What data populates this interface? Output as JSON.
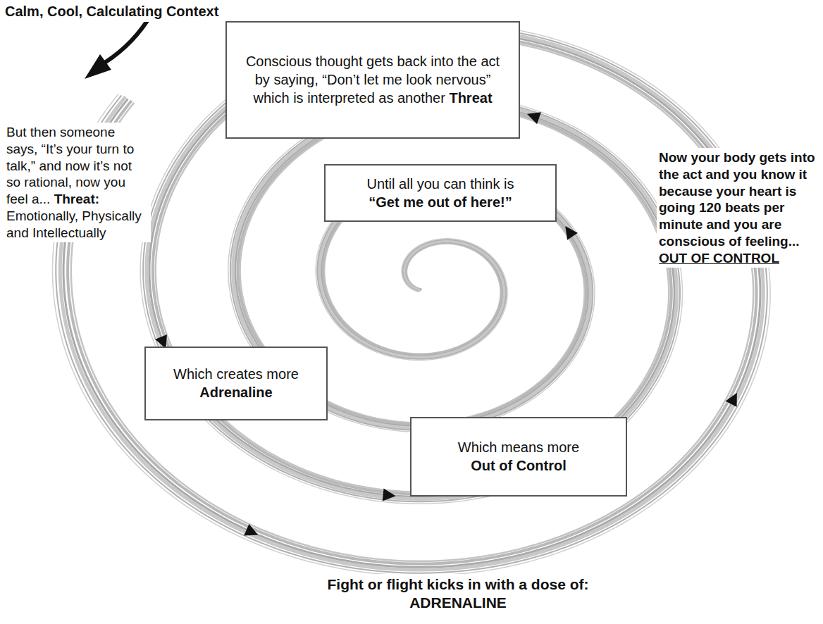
{
  "diagram": {
    "nodes": [
      {
        "text": [
          "Conscious thought gets back into the act by saying, “Don’t let me look nervous” which is interpreted as another",
          "Threat"
        ]
      },
      {
        "text": [
          "Until all you can think is",
          "“Get me out of here!”"
        ]
      },
      {
        "text": [
          "Which creates more",
          "Adrenaline"
        ]
      },
      {
        "text": [
          "Which means more",
          "Out of Control"
        ]
      }
    ],
    "labels": [
      "Calm, Cool, Calculating Context",
      "But then someone says, “It’s your turn to talk,” and now it’s not so rational, now you feel a...",
      "Threat:",
      "Emotionally, Physically and Intellectually",
      "Now your body gets into the act and you know it because your heart is going 120 beats per minute and you are conscious of feeling...",
      "OUT OF CONTROL",
      "Fight or flight kicks in with a dose of:",
      "ADRENALINE"
    ]
  }
}
